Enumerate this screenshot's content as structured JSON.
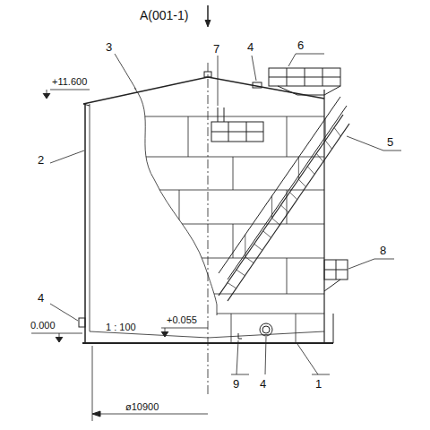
{
  "diagram": {
    "labels": [
      "A(001-1)",
      "3",
      "7",
      "4",
      "6",
      "+11.600",
      "2",
      "5",
      "8",
      "4",
      "0.000",
      "1 : 100",
      "+0.055",
      "9",
      "4",
      "1",
      "ø10900"
    ]
  }
}
